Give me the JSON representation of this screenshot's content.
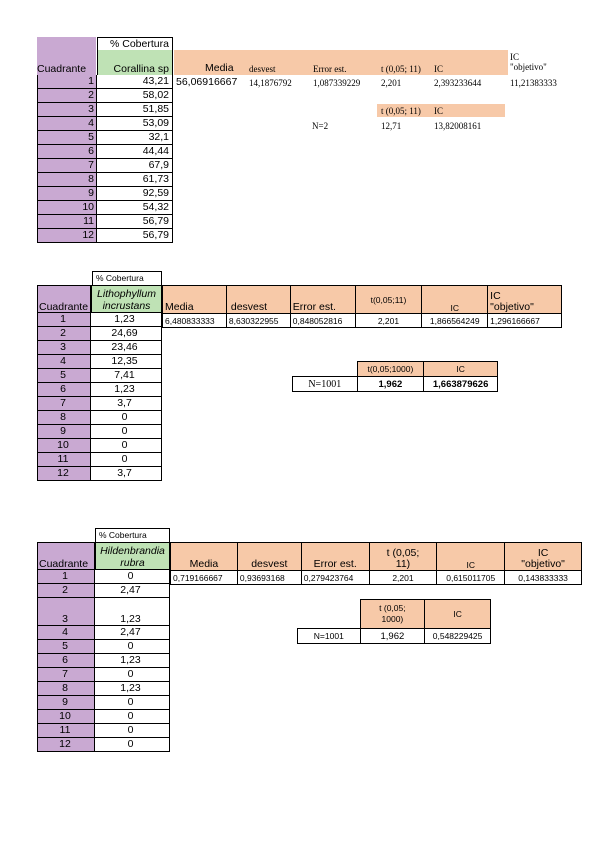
{
  "t1": {
    "cobertura_label": "% Cobertura",
    "cuadrante_label": "Cuadrante",
    "species": "Corallina sp",
    "rows": [
      {
        "q": "1",
        "v": "43,21"
      },
      {
        "q": "2",
        "v": "58,02"
      },
      {
        "q": "3",
        "v": "51,85"
      },
      {
        "q": "4",
        "v": "53,09"
      },
      {
        "q": "5",
        "v": "32,1"
      },
      {
        "q": "6",
        "v": "44,44"
      },
      {
        "q": "7",
        "v": "67,9"
      },
      {
        "q": "8",
        "v": "61,73"
      },
      {
        "q": "9",
        "v": "92,59"
      },
      {
        "q": "10",
        "v": "54,32"
      },
      {
        "q": "11",
        "v": "56,79"
      },
      {
        "q": "12",
        "v": "56,79"
      }
    ],
    "stats_headers": [
      "Media",
      "desvest",
      "Error est.",
      "t (0,05; 11)",
      "IC",
      "IC \"objetivo\""
    ],
    "stats_values": [
      "56,06916667",
      "14,1876792",
      "1,087339229",
      "2,201",
      "2,393233644",
      "11,21383333"
    ],
    "t2_headers": [
      "t (0,05; 11)",
      "IC"
    ],
    "n_label": "N=2",
    "t2_values": [
      "12,71",
      "13,82008161"
    ]
  },
  "t2": {
    "cobertura_label": "% Cobertura",
    "cuadrante_label": "Cuadrante",
    "species_line1": "Lithophyllum",
    "species_line2": "incrustans",
    "rows": [
      {
        "q": "1",
        "v": "1,23"
      },
      {
        "q": "2",
        "v": "24,69"
      },
      {
        "q": "3",
        "v": "23,46"
      },
      {
        "q": "4",
        "v": "12,35"
      },
      {
        "q": "5",
        "v": "7,41"
      },
      {
        "q": "6",
        "v": "1,23"
      },
      {
        "q": "7",
        "v": "3,7"
      },
      {
        "q": "8",
        "v": "0"
      },
      {
        "q": "9",
        "v": "0"
      },
      {
        "q": "10",
        "v": "0"
      },
      {
        "q": "11",
        "v": "0"
      },
      {
        "q": "12",
        "v": "3,7"
      }
    ],
    "stats_headers": [
      "Media",
      "desvest",
      "Error est.",
      "t(0,05;11)",
      "IC",
      "IC \"objetivo\""
    ],
    "stats_values": [
      "6,480833333",
      "8,630322955",
      "0,848052816",
      "2,201",
      "1,866564249",
      "1,296166667"
    ],
    "t2_headers": [
      "t(0,05;1000)",
      "IC"
    ],
    "n_label": "N=1001",
    "t2_values": [
      "1,962",
      "1,663879626"
    ]
  },
  "t3": {
    "cobertura_label": "% Cobertura",
    "cuadrante_label": "Cuadrante",
    "species_line1": "Hildenbrandia",
    "species_line2": "rubra",
    "rows": [
      {
        "q": "1",
        "v": "0"
      },
      {
        "q": "2",
        "v": "2,47"
      },
      {
        "q": "3",
        "v": "1,23"
      },
      {
        "q": "4",
        "v": "2,47"
      },
      {
        "q": "5",
        "v": "0"
      },
      {
        "q": "6",
        "v": "1,23"
      },
      {
        "q": "7",
        "v": "0"
      },
      {
        "q": "8",
        "v": "1,23"
      },
      {
        "q": "9",
        "v": "0"
      },
      {
        "q": "10",
        "v": "0"
      },
      {
        "q": "11",
        "v": "0"
      },
      {
        "q": "12",
        "v": "0"
      }
    ],
    "stats_headers": [
      "Media",
      "desvest",
      "Error est.",
      "t (0,05; 11)",
      "IC",
      "IC \"objetivo\""
    ],
    "stats_values": [
      "0,719166667",
      "0,93693168",
      "0,279423764",
      "2,201",
      "0,615011705",
      "0,143833333"
    ],
    "t2_headers": [
      "t (0,05; 1000)",
      "IC"
    ],
    "n_label": "N=1001",
    "t2_values": [
      "1,962",
      "0,548229425"
    ]
  }
}
